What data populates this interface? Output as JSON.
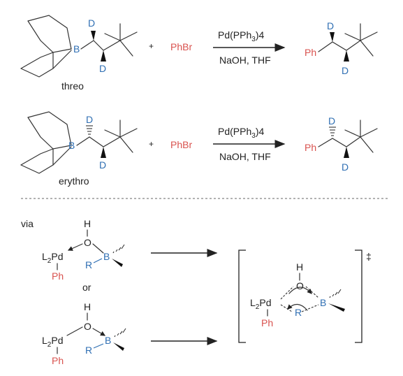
{
  "reaction_threo": {
    "atom_D_top": "D",
    "atom_D_bottom": "D",
    "atom_B": "B",
    "plus": "+",
    "reagent": "PhBr",
    "catalyst_prefix": "Pd(PPh",
    "catalyst_sub": "3",
    "catalyst_suffix": ")4",
    "base_solvent": "NaOH, THF",
    "product_Ph": "Ph",
    "product_D_top": "D",
    "product_D_bottom": "D",
    "label": "threo"
  },
  "reaction_erythro": {
    "atom_D_top": "D",
    "atom_D_bottom": "D",
    "atom_B": "B",
    "plus": "+",
    "reagent": "PhBr",
    "catalyst_prefix": "Pd(PPh",
    "catalyst_sub": "3",
    "catalyst_suffix": ")4",
    "base_solvent": "NaOH, THF",
    "product_Ph": "Ph",
    "product_D_top": "D",
    "product_D_bottom": "D",
    "label": "erythro"
  },
  "mechanism": {
    "via_label": "via",
    "or_label": "or",
    "upper": {
      "H": "H",
      "O": "O",
      "Pd_prefix": "L",
      "Pd_sub": "2",
      "Pd_suffix": "Pd",
      "B": "B",
      "R": "R",
      "Ph": "Ph"
    },
    "lower": {
      "H": "H",
      "O": "O",
      "Pd_prefix": "L",
      "Pd_sub": "2",
      "Pd_suffix": "Pd",
      "B": "B",
      "R": "R",
      "Ph": "Ph"
    },
    "ts": {
      "H": "H",
      "O": "O",
      "Pd_prefix": "L",
      "Pd_sub": "2",
      "Pd_suffix": "Pd",
      "B": "B",
      "R": "R",
      "Ph": "Ph",
      "dagger": "‡"
    }
  }
}
